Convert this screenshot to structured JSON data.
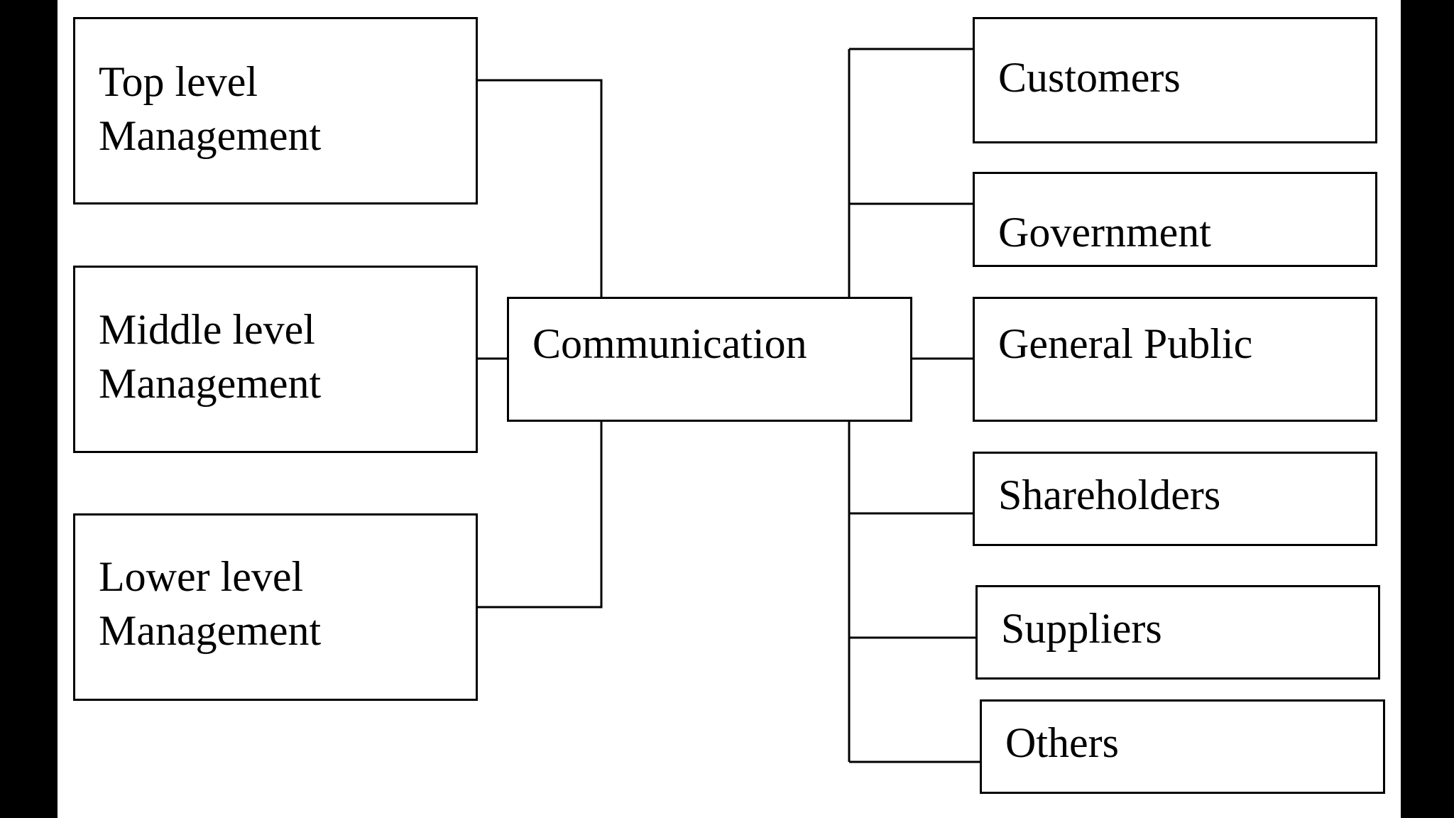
{
  "diagram": {
    "center": "Communication",
    "left_nodes": [
      {
        "line1": "Top level",
        "line2": "Management"
      },
      {
        "line1": "Middle level",
        "line2": "Management"
      },
      {
        "line1": "Lower level",
        "line2": "Management"
      }
    ],
    "right_nodes": [
      "Customers",
      "Government",
      "General Public",
      "Shareholders",
      "Suppliers",
      "Others"
    ]
  },
  "colors": {
    "background": "#ffffff",
    "frame": "#000000",
    "line": "#000000"
  }
}
